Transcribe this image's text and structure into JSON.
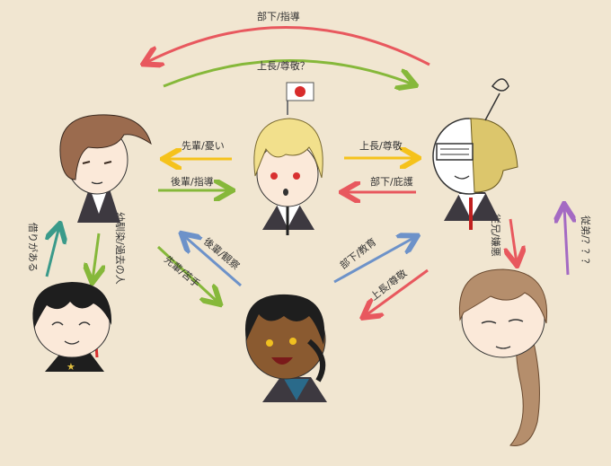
{
  "colors": {
    "background": "#f1e6d1",
    "red": "#e8585e",
    "green": "#86b83a",
    "yellow": "#f5c21b",
    "blue": "#6d92c9",
    "teal": "#3a9a8a",
    "purple": "#a46ac3"
  },
  "labels": {
    "top_red": "部下/指導",
    "top_green": "上長/尊敬？",
    "center_left_yellow": "先輩/憂い",
    "center_left_green": "後輩/指導",
    "center_right_yellow": "上長/尊敬",
    "center_right_red": "部下/庇護",
    "diag_blue_up": "後輩/観察",
    "diag_green_down": "先輩/苦手",
    "diag_blue_right": "部下/教育",
    "diag_red_left": "上長/尊敬",
    "left_up_teal": "借りがある",
    "left_down_green": "幼馴染/過去の人",
    "right_down_red": "従兄/嫌悪",
    "right_up_purple": "従弟/？？？"
  },
  "icons": [
    "japan-flag-icon"
  ]
}
